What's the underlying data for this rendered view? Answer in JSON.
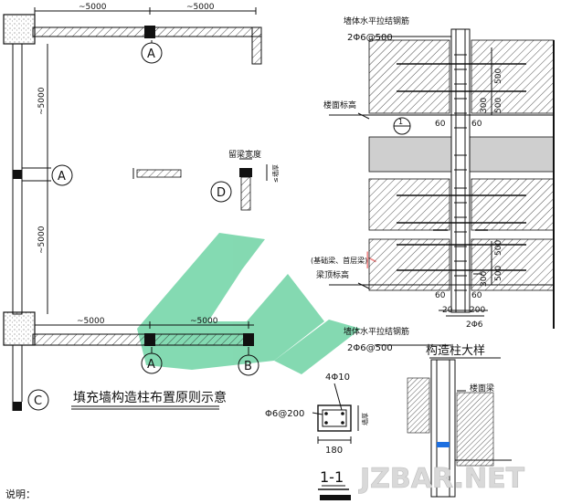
{
  "plan": {
    "dim_top_left": "~5000",
    "dim_top_right": "~5000",
    "dim_bottom_left": "~5000",
    "dim_bottom_right": "~5000",
    "dim_left_upper": "~5000",
    "dim_left_lower": "~5000",
    "label_A_top": "A",
    "label_A_mid": "A",
    "label_A_bottom": "A",
    "label_B": "B",
    "label_C": "C",
    "label_D": "D",
    "opening_width": "留梁宽度",
    "opening_dim": "≤墙厚",
    "title": "填充墙构造柱布置原则示意",
    "note": "说明："
  },
  "section": {
    "top_rebar": "墙体水平拉结钢筋",
    "top_rebar_spec": "2Φ6@500",
    "floor_level": "楼面标高",
    "beam_level": "梁顶标高",
    "foundation_note": "(基础梁、首层梁)",
    "bottom_rebar": "墙体水平拉结钢筋",
    "bottom_rebar_spec": "2Φ6@500",
    "dim_500": "500",
    "dim_300": "300",
    "dim_60": "60",
    "dim_200": "200",
    "dim_20": "20",
    "bottom_rebar_label": "2Φ6",
    "cut_mark": "1"
  },
  "column_section": {
    "top_bar": "4Φ10",
    "stirrup": "Φ6@200",
    "width": "180",
    "depth_label": "墙厚",
    "title": "1-1"
  },
  "detail": {
    "title": "构造柱大样",
    "floor_beam": "楼面梁"
  },
  "watermark": {
    "text": "JZBAR.NET"
  }
}
